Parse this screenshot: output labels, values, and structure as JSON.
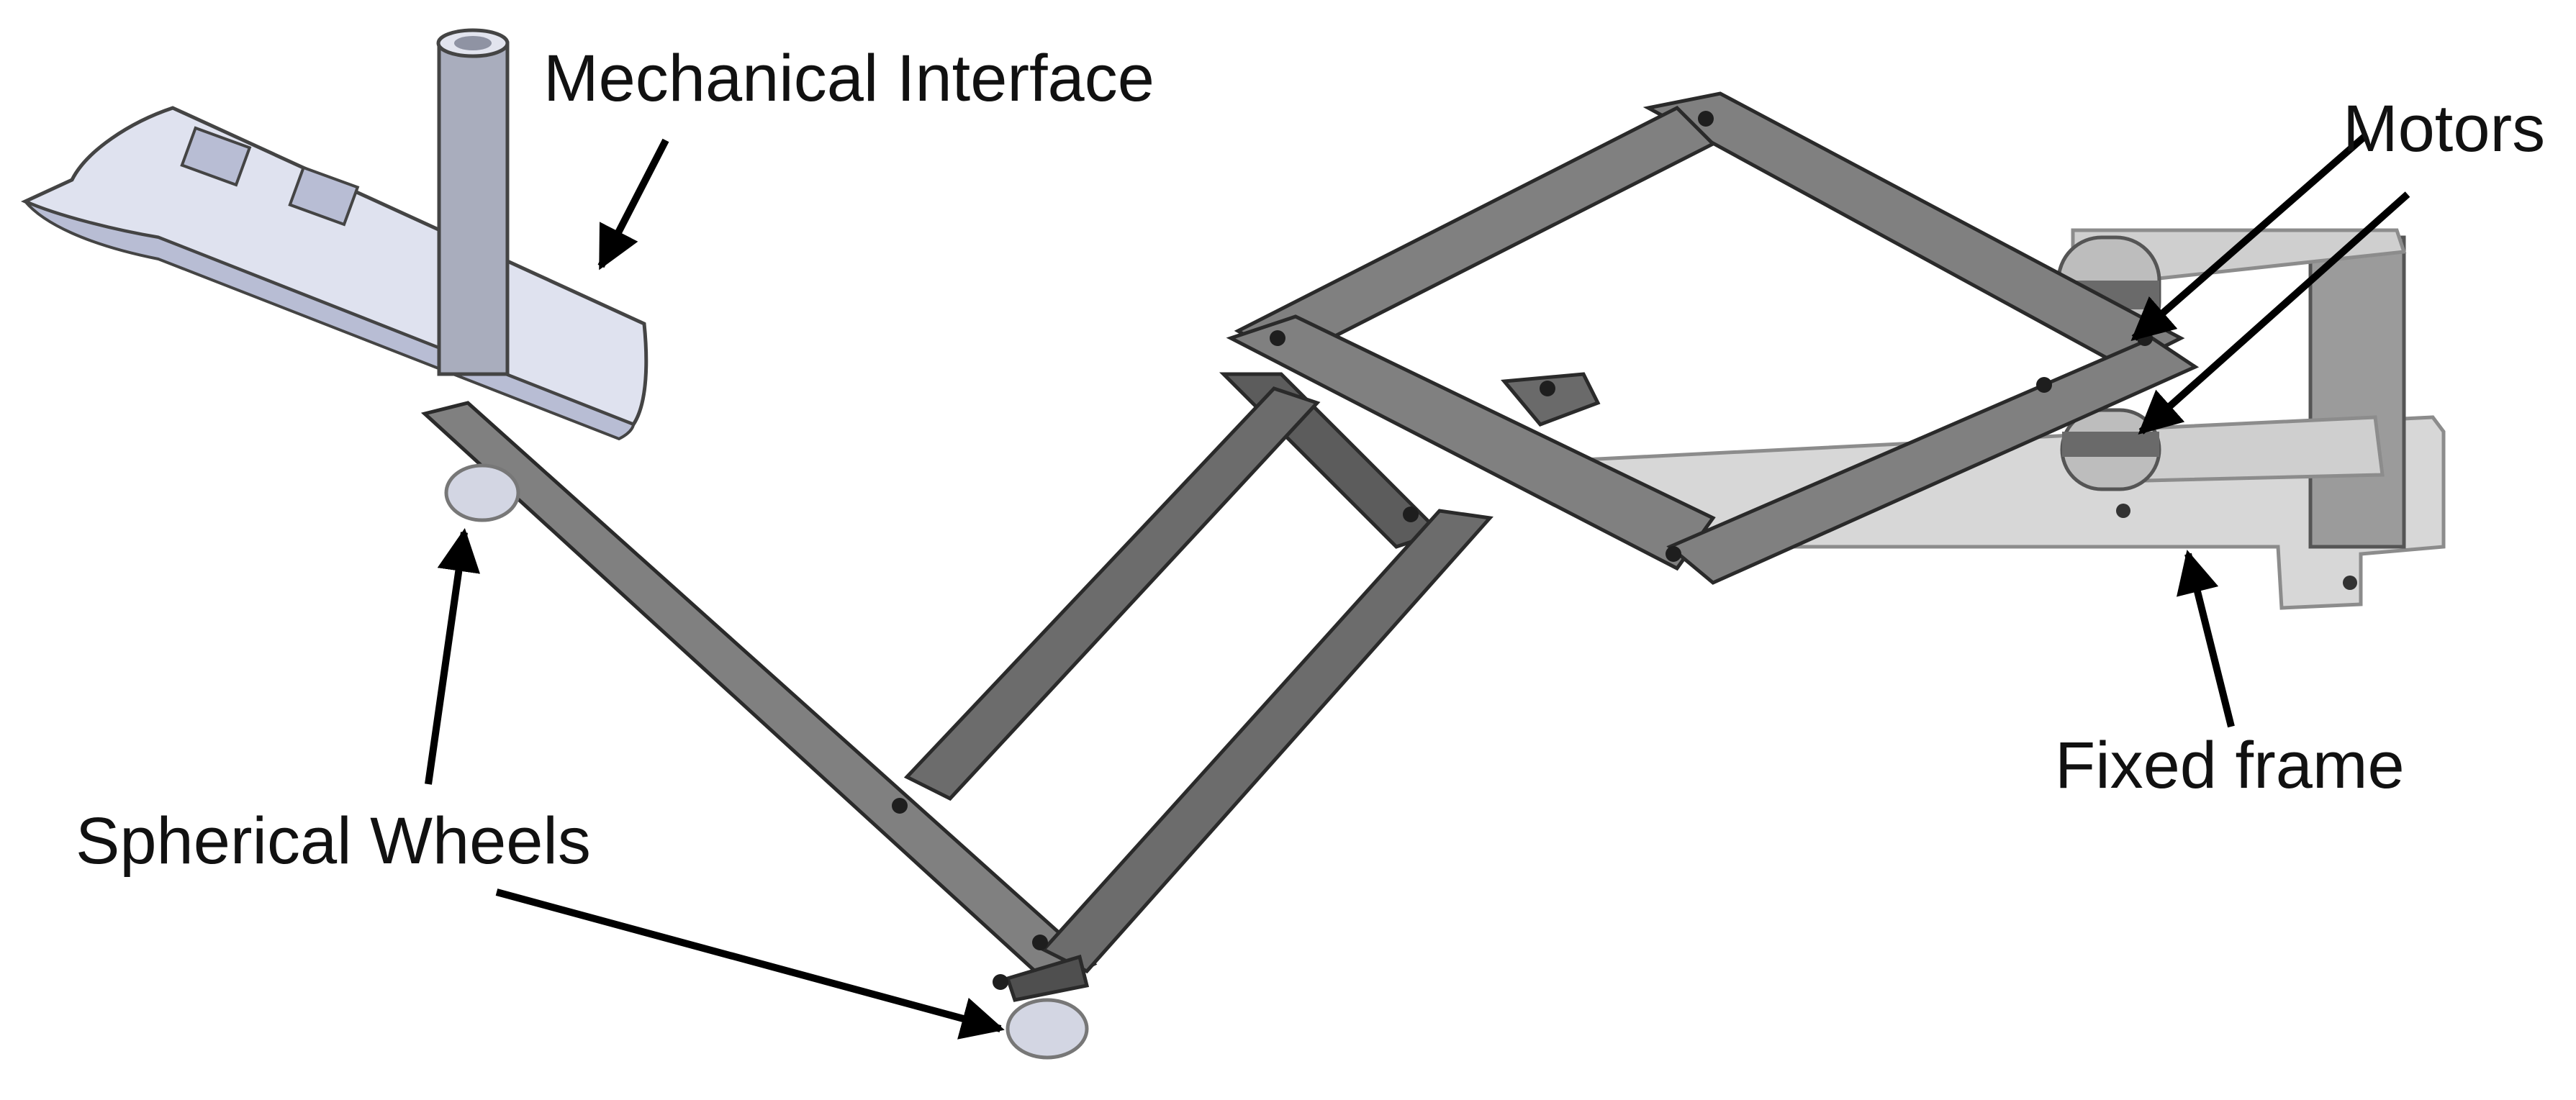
{
  "labels": {
    "mechanical_interface": "Mechanical Interface",
    "motors": "Motors",
    "fixed_frame": "Fixed frame",
    "spherical_wheels": "Spherical Wheels"
  },
  "colors": {
    "link_face": "#808080",
    "link_side": "#4f4f4f",
    "link_edge": "#2a2a2a",
    "frame_face": "#d7d7d7",
    "frame_edge": "#8c8c8c",
    "interface_face": "#dfe2ef",
    "interface_shade": "#b8bdd4",
    "post": "#a9adbd",
    "wheel": "#d3d6e3",
    "pin": "#1e1e1e",
    "arrow": "#000000"
  }
}
